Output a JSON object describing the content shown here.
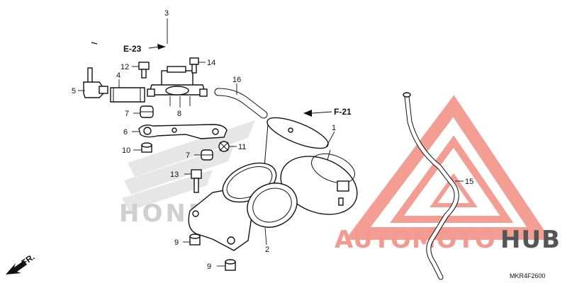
{
  "diagram": {
    "drawing_code": "MKR4F2600",
    "callouts": [
      "1",
      "2",
      "3",
      "4",
      "5",
      "6",
      "7",
      "8",
      "9",
      "10",
      "11",
      "12",
      "13",
      "14",
      "15",
      "16",
      "7",
      "9"
    ],
    "references": [
      "E-23",
      "F-21"
    ],
    "front_arrow": "FR.",
    "background_mark": "HONDA"
  },
  "watermark": {
    "word_part1": "AUTOMOTO",
    "word_part2": "HUB",
    "color_main": "#f29a8f",
    "color_accent": "#e8b24a",
    "color_hub": "#555555"
  }
}
